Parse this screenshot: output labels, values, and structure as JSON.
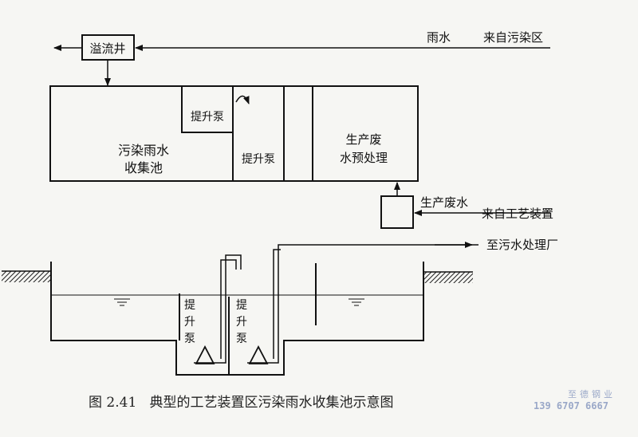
{
  "top_diagram": {
    "overflow_well": "溢流井",
    "rainwater": "雨水",
    "from_polluted_area": "来自污染区",
    "pool_line1": "污染雨水",
    "pool_line2": "收集池",
    "pump_a": "提升泵",
    "pump_b": "提升泵",
    "pretreat_line1": "生产废",
    "pretreat_line2": "水预处理",
    "production_wastewater": "生产废水",
    "from_process_unit": "来自工艺装置",
    "to_treatment_plant": "至污水处理厂"
  },
  "section_diagram": {
    "pump_left": [
      "提",
      "升",
      "泵"
    ],
    "pump_right": [
      "提",
      "升",
      "泵"
    ]
  },
  "caption": "图 2.41   典型的工艺装置区污染雨水收集池示意图",
  "watermark": {
    "company": "至德钢业",
    "phone": "139 6707 6667"
  }
}
